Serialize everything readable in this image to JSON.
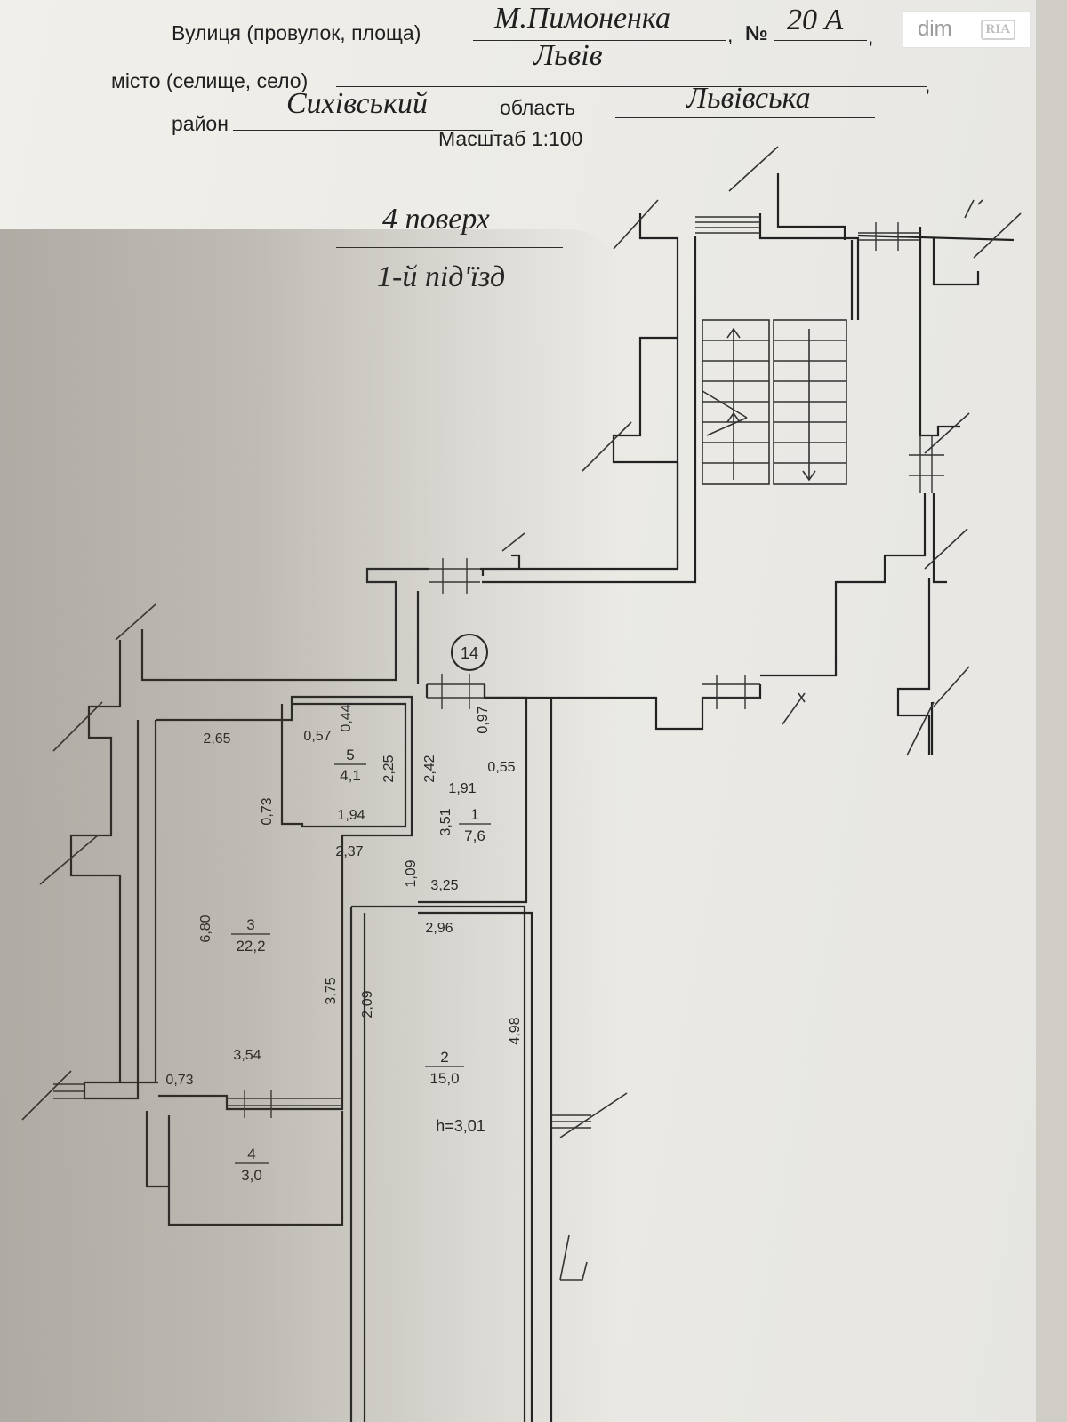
{
  "header": {
    "street_label": "Вулиця (провулок, площа)",
    "street_value": "М.Пимоненка",
    "number_label": "№",
    "number_value": "20 А",
    "city_label": "місто (селище, село)",
    "city_value": "Львів",
    "district_label": "район",
    "district_value": "Сихівський",
    "region_label": "область",
    "region_value": "Львівська",
    "scale": "Масштаб 1:100",
    "comma1": ",",
    "comma2": ",",
    "comma3": ","
  },
  "plan": {
    "floor": "4 поверх",
    "entrance": "1-й під'їзд",
    "apartment_number": "14",
    "height_label": "h=3,01",
    "rooms": [
      {
        "number": "1",
        "area": "7,6"
      },
      {
        "number": "2",
        "area": "15,0"
      },
      {
        "number": "3",
        "area": "22,2"
      },
      {
        "number": "4",
        "area": "3,0"
      },
      {
        "number": "5",
        "area": "4,1"
      }
    ],
    "dimensions": [
      "2,65",
      "0,57",
      "0,44",
      "2,25",
      "2,42",
      "0,97",
      "0,55",
      "1,91",
      "0,73",
      "1,94",
      "3,51",
      "2,37",
      "1,09",
      "3,25",
      "2,96",
      "6,80",
      "3,75",
      "2,09",
      "4,98",
      "3,54",
      "0,73"
    ]
  },
  "watermark": {
    "brand": "dim",
    "badge": "RIA"
  }
}
